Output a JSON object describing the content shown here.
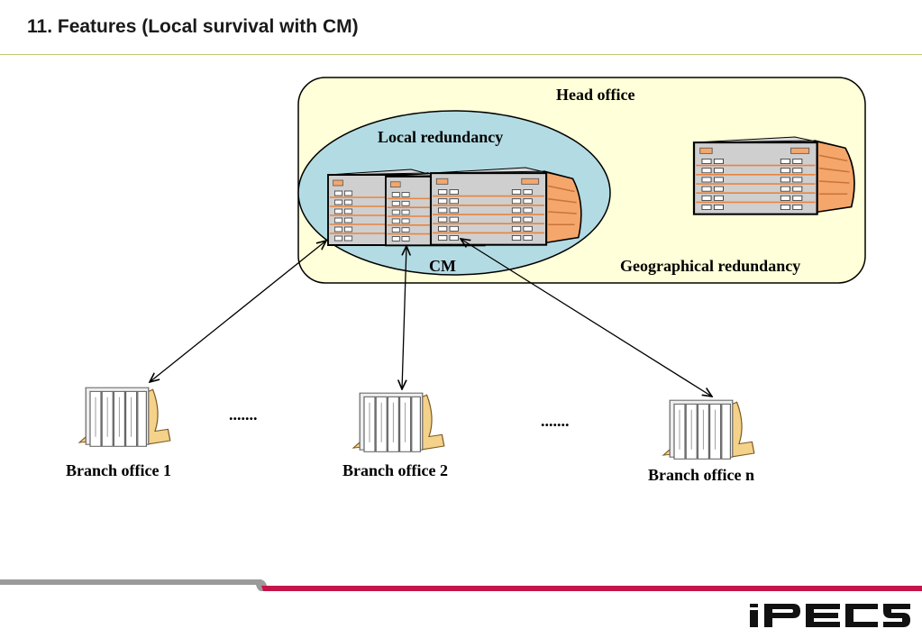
{
  "slide": {
    "title": "11. Features (Local survival with CM)"
  },
  "diagram": {
    "head_office_label": "Head office",
    "local_redundancy_label": "Local redundancy",
    "cm_label": "CM",
    "geographical_redundancy_label": "Geographical redundancy",
    "branch_1_label": "Branch office 1",
    "branch_2_label": "Branch office 2",
    "branch_n_label": "Branch office n",
    "ellipsis_left": ".......",
    "ellipsis_right": ".......",
    "colors": {
      "head_office_fill": "#ffffd9",
      "local_ellipse_fill": "#b3dbe3",
      "server_orange": "#f5a66b",
      "branch_tan": "#f5d28a"
    }
  },
  "footer": {
    "logo_text": "iPECS",
    "grey_bar_color": "#9a9a9a",
    "red_bar_color": "#c4144a"
  }
}
